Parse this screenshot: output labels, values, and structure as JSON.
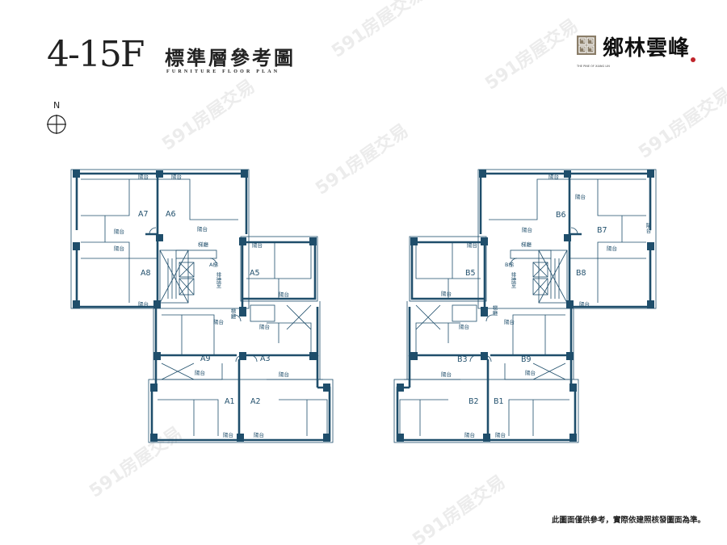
{
  "header": {
    "floor": "4-15F",
    "title_zh": "標準層參考圖",
    "subtitle": "FURNITURE FLOOR PLAN",
    "north": "N"
  },
  "logo": {
    "name_zh": "鄉林雲峰",
    "small_text": "THE PINE OF XIANG LIN"
  },
  "units_a": [
    "A1",
    "A2",
    "A3",
    "A5",
    "A6",
    "A7",
    "A8",
    "A9"
  ],
  "units_b": [
    "B1",
    "B2",
    "B3",
    "B5",
    "B6",
    "B7",
    "B8",
    "B9"
  ],
  "labels": {
    "balcony": "陽台",
    "lobby": "梯廳",
    "stair_a": "A梯",
    "stair_b": "B梯",
    "smoke_room": "排煙室"
  },
  "footer": {
    "disclaimer": "此圖面僅供參考，實際依建照核發圖面為準。"
  },
  "watermark": "591房屋交易",
  "colors": {
    "plan": "#1f4e6b",
    "seal": "#c0242b"
  }
}
